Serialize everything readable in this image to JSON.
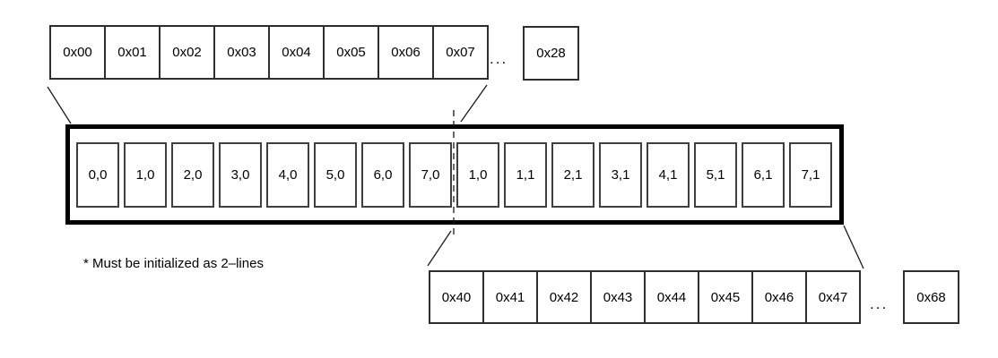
{
  "figure": {
    "top_row": {
      "cells": [
        "0x00",
        "0x01",
        "0x02",
        "0x03",
        "0x04",
        "0x05",
        "0x06",
        "0x07"
      ],
      "ellipsis": "...",
      "extra_cell": "0x28"
    },
    "line_buffer": {
      "cells": [
        "0,0",
        "1,0",
        "2,0",
        "3,0",
        "4,0",
        "5,0",
        "6,0",
        "7,0",
        "1,0",
        "1,1",
        "2,1",
        "3,1",
        "4,1",
        "5,1",
        "6,1",
        "7,1"
      ]
    },
    "bottom_row": {
      "cells": [
        "0x40",
        "0x41",
        "0x42",
        "0x43",
        "0x44",
        "0x45",
        "0x46",
        "0x47"
      ],
      "ellipsis": "...",
      "extra_cell": "0x68"
    },
    "note": "* Must be initialized as 2–lines",
    "colors": {
      "background": "#ffffff",
      "outer_border": "#000000",
      "cell_border": "#2e2e2e",
      "inner_cell_border": "#3f3f3f"
    }
  }
}
